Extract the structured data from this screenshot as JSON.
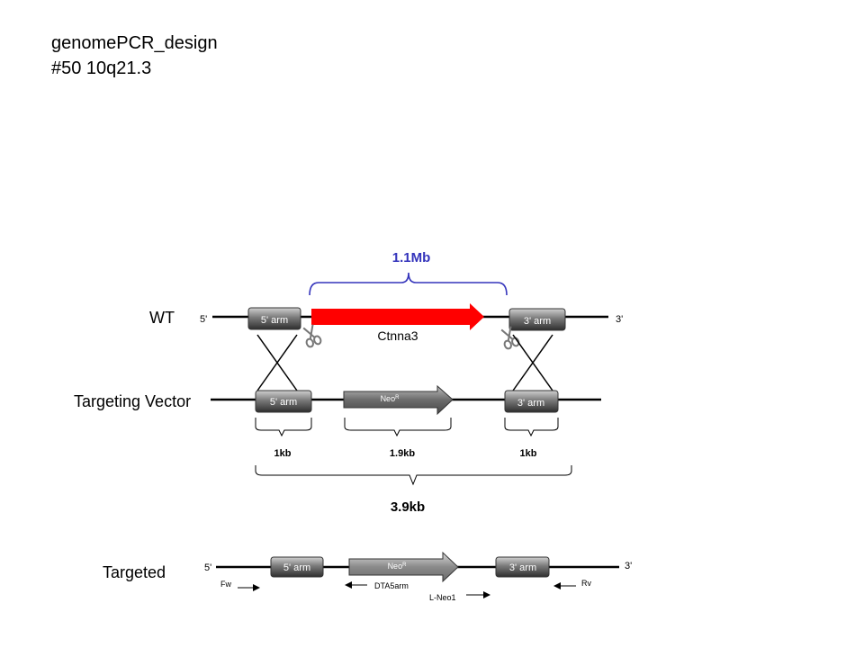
{
  "header": {
    "title": "genomePCR_design",
    "subtitle": "#50  10q21.3"
  },
  "colors": {
    "gene_arrow": "#ff0000",
    "deletion_bracket": "#3333bb",
    "arm_box": "#555555",
    "neo_arrow": "#6b6b6b"
  },
  "wt": {
    "label": "WT",
    "five_prime": "5'",
    "three_prime": "3'",
    "arm5_label": "5' arm",
    "arm3_label": "3' arm",
    "gene_label": "Ctnna3",
    "deletion_size": "1.1Mb",
    "cut_icons": [
      "scissors-icon",
      "scissors-icon"
    ]
  },
  "vector": {
    "label": "Targeting Vector",
    "arm5_label": "5' arm",
    "arm3_label": "3' arm",
    "neo_label": "Neo",
    "neo_superscript": "R",
    "arm5_size": "1kb",
    "neo_size": "1.9kb",
    "arm3_size": "1kb",
    "total_size": "3.9kb"
  },
  "targeted": {
    "label": "Targeted",
    "five_prime": "5'",
    "three_prime": "3'",
    "arm5_label": "5' arm",
    "arm3_label": "3' arm",
    "neo_label": "Neo",
    "neo_superscript": "R",
    "primers": {
      "fw": "Fw",
      "dta5arm": "DTA5arm",
      "lneo1": "L-Neo1",
      "rv": "Rv"
    }
  }
}
